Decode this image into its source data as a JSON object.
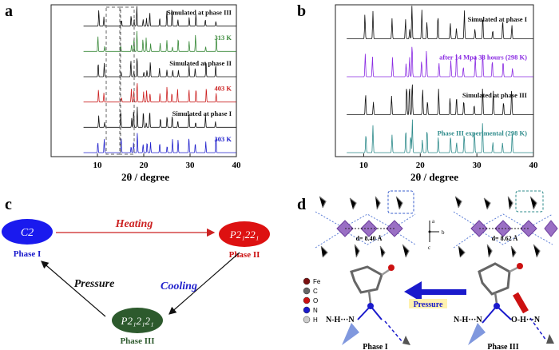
{
  "panel_a": {
    "letter": "a",
    "traces": [
      {
        "label": "Simulated at phase III",
        "color": "#111111"
      },
      {
        "label": "313 K",
        "color": "#3a8a3a"
      },
      {
        "label": "Simulated at phase II",
        "color": "#111111"
      },
      {
        "label": "403 K",
        "color": "#cc2222"
      },
      {
        "label": "Simulated at phase I",
        "color": "#111111"
      },
      {
        "label": "303 K",
        "color": "#2222cc"
      }
    ],
    "ticks": [
      "10",
      "20",
      "30",
      "40"
    ],
    "xlabel": "2θ / degree",
    "xlim": [
      0,
      40
    ]
  },
  "panel_b": {
    "letter": "b",
    "traces": [
      {
        "label": "Simulated at phase I",
        "color": "#111111"
      },
      {
        "label": "after 14 Mpa 38 hours (298 K)",
        "color": "#8a2be2"
      },
      {
        "label": "Simulated at phase III",
        "color": "#111111"
      },
      {
        "label": "Phase III experimental (298 K)",
        "color": "#2e8b8b"
      }
    ],
    "ticks": [
      "10",
      "20",
      "30",
      "40"
    ],
    "xlabel": "2θ / degree",
    "xlim": [
      5,
      40
    ]
  },
  "panel_c": {
    "letter": "c",
    "nodes": [
      {
        "id": "c2",
        "text": "C2",
        "phase": "Phase I",
        "color": "#1a1aee"
      },
      {
        "id": "p21221",
        "text": "P2₁22₁",
        "phase": "Phase II",
        "color": "#dd1111"
      },
      {
        "id": "p212121",
        "text": "P2₁2₁2₁",
        "phase": "Phase III",
        "color": "#2d5a2d"
      }
    ],
    "arrows": [
      {
        "label": "Heating",
        "color": "#cc2222"
      },
      {
        "label": "Cooling",
        "color": "#2222cc"
      },
      {
        "label": "Pressure",
        "color": "#111111"
      }
    ]
  },
  "panel_d": {
    "letter": "d",
    "distances": [
      "d= 8.40 Å",
      "d= 8.62 Å"
    ],
    "axes": [
      "a",
      "b",
      "c"
    ],
    "legend": [
      "Fe",
      "C",
      "O",
      "N",
      "H"
    ],
    "legend_colors": [
      "#7a1010",
      "#666666",
      "#cc1111",
      "#1a1acc",
      "#cccccc"
    ],
    "pressure_label": "Pressure",
    "bonds_left": "N-H···N",
    "bonds_right_1": "N-H···N",
    "bonds_right_2": "O-H···N",
    "phase_left": "Phase I",
    "phase_right": "Phase III"
  }
}
